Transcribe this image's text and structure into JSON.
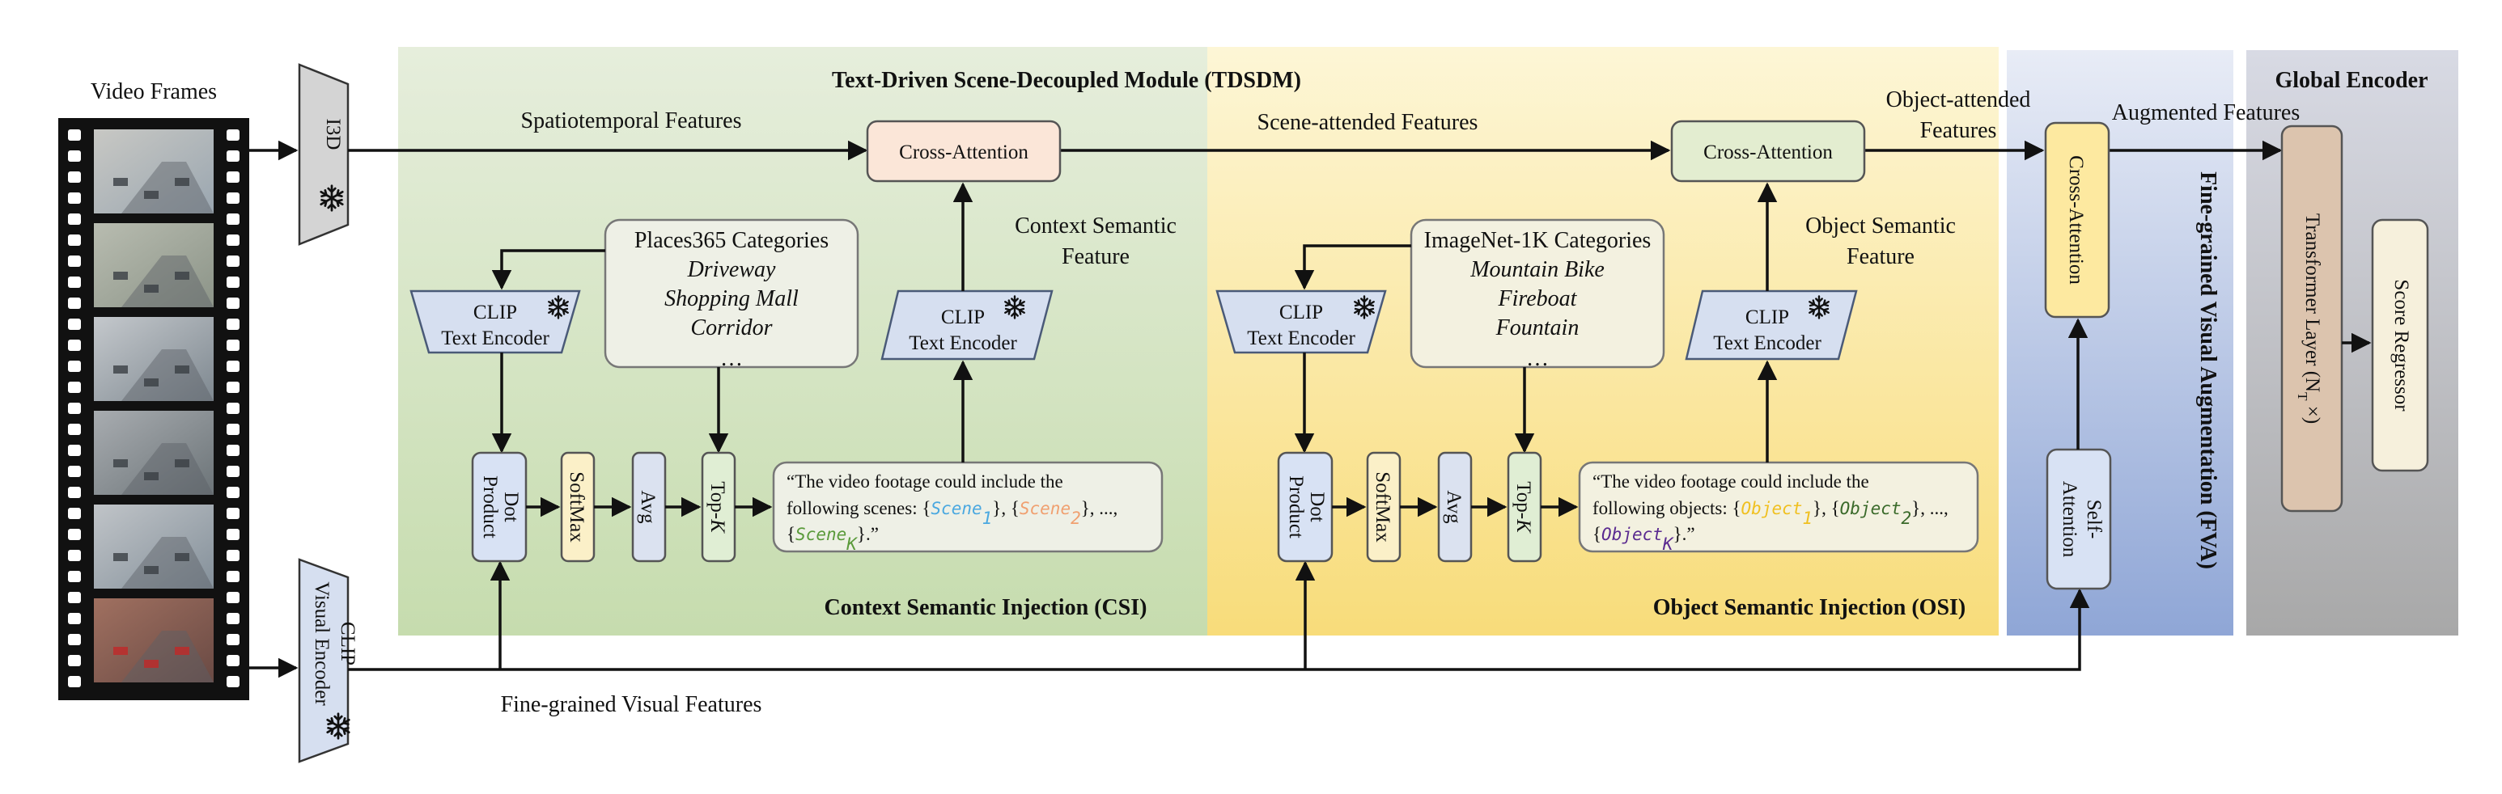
{
  "video_frames_label": "Video Frames",
  "i3d_label": "I3D",
  "clip_visual_encoder": {
    "line1": "CLIP",
    "line2": "Visual Encoder"
  },
  "tdsdm_title": "Text-Driven Scene-Decoupled Module (TDSDM)",
  "spatiotemporal_label": "Spatiotemporal Features",
  "scene_attended_label": "Scene-attended Features",
  "object_attended_label": {
    "line1": "Object-attended",
    "line2": "Features"
  },
  "augmented_label": "Augmented Features",
  "fine_grained_label": "Fine-grained Visual Features",
  "cross_attention": "Cross-Attention",
  "clip_text_encoder": {
    "line1": "CLIP",
    "line2": "Text Encoder"
  },
  "csi": {
    "title": "Context Semantic Injection (CSI)",
    "semantic_feature": {
      "line1": "Context Semantic",
      "line2": "Feature"
    },
    "categories_title": "Places365 Categories",
    "categories": [
      {
        "text": "Driveway",
        "color": "#8cc152"
      },
      {
        "text": "Shopping Mall",
        "color": "#5aaee3"
      },
      {
        "text": "Corridor",
        "color": "#f0a878"
      }
    ],
    "ellipsis": "…",
    "prompt": {
      "line1": "“The video footage could include the",
      "line2_prefix": "following scenes: {",
      "slot1": "Scene",
      "slot1_sub": "1",
      "slot1_color": "#4aa8e0",
      "mid": "}, {",
      "slot2": "Scene",
      "slot2_sub": "2",
      "slot2_color": "#f0a070",
      "line2_suffix": "}, ...,",
      "line3_prefix": "{",
      "slot3": "Scene",
      "slot3_sub": "K",
      "slot3_color": "#5a9a3a",
      "line3_suffix": "}.”"
    }
  },
  "osi": {
    "title": "Object Semantic Injection (OSI)",
    "semantic_feature": {
      "line1": "Object Semantic",
      "line2": "Feature"
    },
    "categories_title": "ImageNet-1K Categories",
    "categories": [
      {
        "text": "Mountain Bike",
        "color": "#2f5fb0"
      },
      {
        "text": "Fireboat",
        "color": "#4e7a2a"
      },
      {
        "text": "Fountain",
        "color": "#5a2a90"
      }
    ],
    "ellipsis": "…",
    "prompt": {
      "line1": "“The video footage could include the",
      "line2_prefix": "following objects: {",
      "slot1": "Object",
      "slot1_sub": "1",
      "slot1_color": "#f0c020",
      "mid": "}, {",
      "slot2": "Object",
      "slot2_sub": "2",
      "slot2_color": "#3a6a2a",
      "line2_suffix": "}, ...,",
      "line3_prefix": "{",
      "slot3": "Object",
      "slot3_sub": "K",
      "slot3_color": "#5a2a90",
      "line3_suffix": "}.”"
    }
  },
  "ops": {
    "dot_product": {
      "line1": "Dot",
      "line2": "Product"
    },
    "softmax": "SoftMax",
    "avg": "Avg",
    "topk": {
      "prefix": "Top-",
      "k": "K"
    }
  },
  "fva": {
    "title": "Fine-grained Visual Augmentation (FVA)",
    "cross_attention": "Cross-Attention",
    "self_attention": {
      "line1": "Self-",
      "line2": "Attention"
    }
  },
  "global_encoder": {
    "title": "Global Encoder",
    "transformer": {
      "prefix": "Transformer Layer (N",
      "sub": "T",
      "suffix": " ×)"
    },
    "score_regressor": "Score Regressor"
  },
  "colors": {
    "csi_bg": "#e2ecd4",
    "osi_bg": "#faf3cc",
    "fva_top": "#e8ecf6",
    "fva_bottom": "#8fa6d6",
    "global_top": "#d8dae4",
    "global_bottom": "#a8a8a8",
    "clip_fill": "#d6dff0",
    "clip_stroke": "#4a5a78",
    "cross_csi": "#fbe6d8",
    "cross_osi": "#e3edd0",
    "cross_fva": "#fde9a0",
    "dot": "#d8e2f4",
    "softmax": "#fbf0c8",
    "avg": "#dbe2f0",
    "topk": "#e0eed4",
    "transformer": "#dcc4ae",
    "regressor": "#f6f0dc",
    "frame_film": "#111111",
    "i3d": "#d4d4d4"
  }
}
